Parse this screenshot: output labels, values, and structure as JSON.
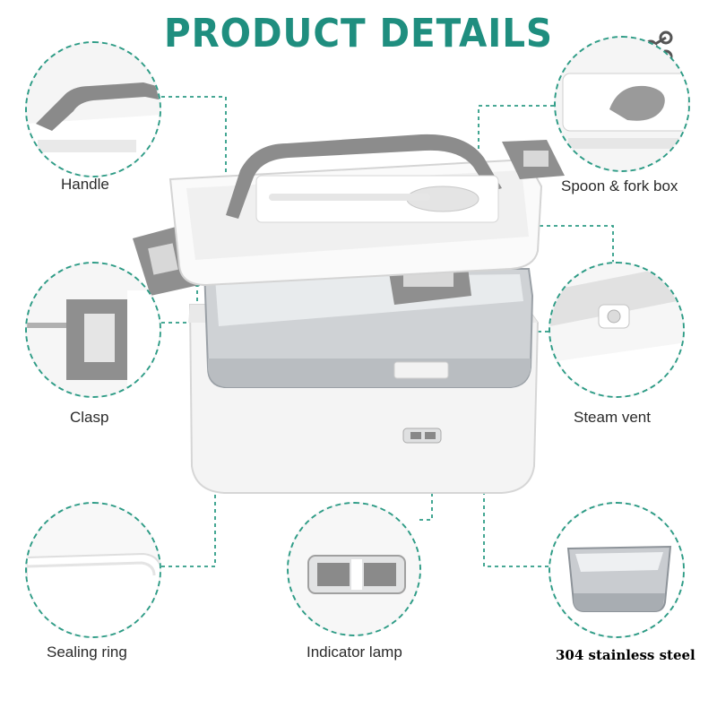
{
  "page": {
    "title": "PRODUCT DETAILS",
    "share_icon": "share-icon",
    "accent_color": "#1f8e7f"
  },
  "features": [
    {
      "label": "Handle"
    },
    {
      "label": "Spoon & fork box"
    },
    {
      "label": "Clasp"
    },
    {
      "label": "Steam vent"
    },
    {
      "label": "Sealing ring"
    },
    {
      "label": "Indicator lamp"
    },
    {
      "label": "304 stainless steel"
    }
  ]
}
